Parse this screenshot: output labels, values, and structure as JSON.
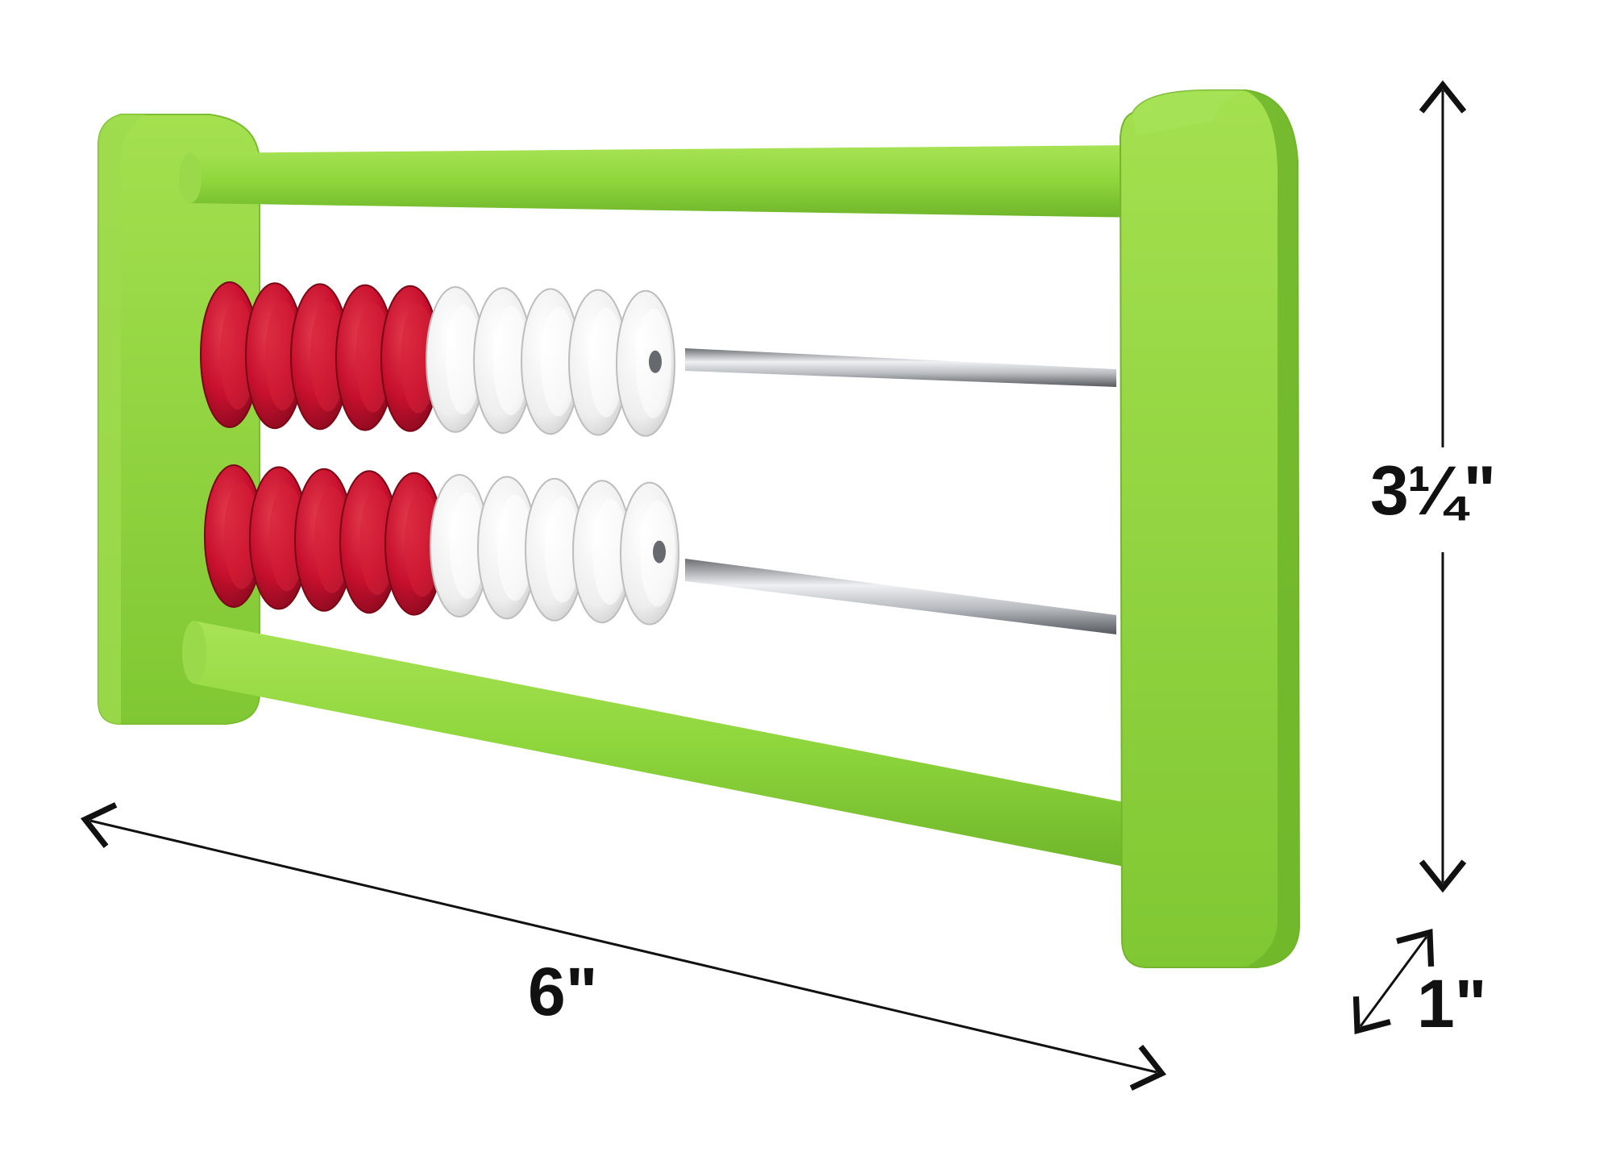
{
  "product": {
    "name_icon": "two-row-abacus",
    "frame_color": "#8ed63c",
    "frame_shadow_color": "#6fb52a",
    "bead_color_primary": "#c8102e",
    "bead_color_secondary": "#f2f2f2",
    "rod_color": "#b9bcc0"
  },
  "rows": [
    {
      "beads": [
        {
          "color": "red"
        },
        {
          "color": "red"
        },
        {
          "color": "red"
        },
        {
          "color": "red"
        },
        {
          "color": "red"
        },
        {
          "color": "white"
        },
        {
          "color": "white"
        },
        {
          "color": "white"
        },
        {
          "color": "white"
        },
        {
          "color": "white"
        }
      ]
    },
    {
      "beads": [
        {
          "color": "red"
        },
        {
          "color": "red"
        },
        {
          "color": "red"
        },
        {
          "color": "red"
        },
        {
          "color": "red"
        },
        {
          "color": "white"
        },
        {
          "color": "white"
        },
        {
          "color": "white"
        },
        {
          "color": "white"
        },
        {
          "color": "white"
        }
      ]
    }
  ],
  "dimensions": {
    "width_label": "6\"",
    "height_label": "3¼\"",
    "depth_label": "1\"",
    "arrow_icon": "double-headed-arrow-icon"
  }
}
